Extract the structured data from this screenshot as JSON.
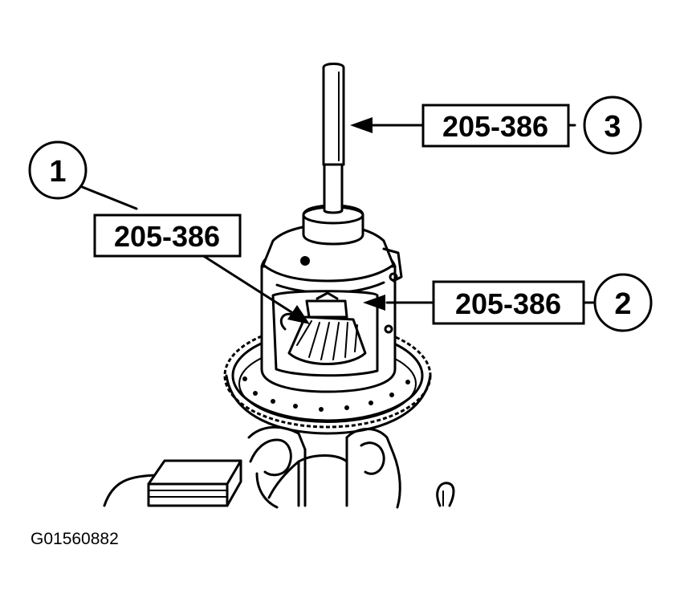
{
  "figure_id": "G01560882",
  "callouts": [
    {
      "number": "1",
      "label": "205-386"
    },
    {
      "number": "2",
      "label": "205-386"
    },
    {
      "number": "3",
      "label": "205-386"
    }
  ]
}
